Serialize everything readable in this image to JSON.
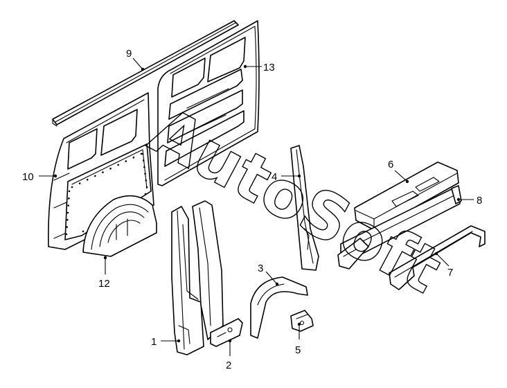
{
  "watermark": "AutoSoft",
  "callouts": [
    {
      "id": "1",
      "label": "1"
    },
    {
      "id": "2",
      "label": "2"
    },
    {
      "id": "3",
      "label": "3"
    },
    {
      "id": "4",
      "label": "4"
    },
    {
      "id": "5",
      "label": "5"
    },
    {
      "id": "6",
      "label": "6"
    },
    {
      "id": "7",
      "label": "7"
    },
    {
      "id": "8",
      "label": "8"
    },
    {
      "id": "9",
      "label": "9"
    },
    {
      "id": "10",
      "label": "10"
    },
    {
      "id": "12",
      "label": "12"
    },
    {
      "id": "13",
      "label": "13"
    }
  ]
}
